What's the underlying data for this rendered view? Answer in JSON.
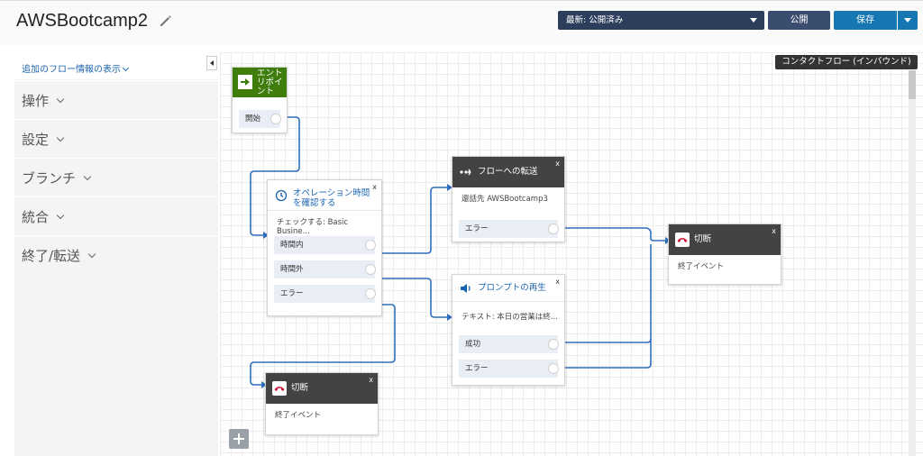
{
  "header": {
    "title": "AWSBootcamp2",
    "version_select": "最新: 公開済み",
    "publish_label": "公開",
    "save_label": "保存"
  },
  "sidebar": {
    "more_info": "追加のフロー情報の表示",
    "categories": [
      "操作",
      "設定",
      "ブランチ",
      "統合",
      "終了/転送"
    ]
  },
  "canvas": {
    "flow_type": "コンタクトフロー (インバウンド)"
  },
  "blocks": {
    "entry": {
      "title": "エントリポイント",
      "branch": "開始"
    },
    "hours": {
      "title": "オペレーション時間を確認する",
      "body": "チェックする: Basic Busine...",
      "branches": [
        "時間内",
        "時間外",
        "エラー"
      ],
      "close": "x"
    },
    "transfer": {
      "title": "フローへの転送",
      "body": "還話先 AWSBootcamp3",
      "branches": [
        "エラー"
      ],
      "close": "x"
    },
    "prompt": {
      "title": "プロンプトの再生",
      "body": "テキスト: 本日の営業は終...",
      "branches": [
        "成功",
        "エラー"
      ],
      "close": "x"
    },
    "disconnect_right": {
      "title": "切断",
      "body": "終了イベント",
      "close": "x"
    },
    "disconnect_bottom": {
      "title": "切断",
      "body": "終了イベント",
      "close": "x"
    }
  },
  "colors": {
    "wire": "#2f6fbd",
    "header_dark": "#434343",
    "entry_green": "#3f7d0c",
    "save_blue": "#1677b2",
    "select_navy": "#2d3e5c"
  },
  "icons": [
    "pencil-icon",
    "entry-arrow-icon",
    "clock-icon",
    "transfer-icon",
    "speaker-icon",
    "phone-hangup-icon",
    "plus-icon"
  ]
}
